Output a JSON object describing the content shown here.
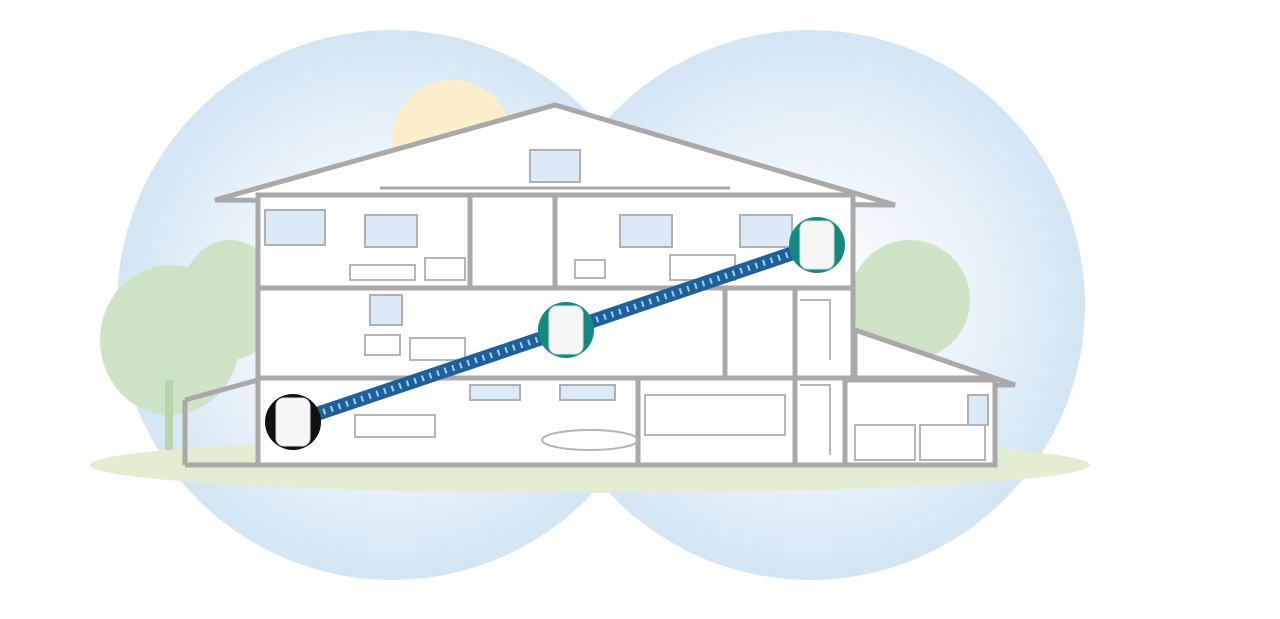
{
  "illustration": {
    "subject": "mesh-wifi-house",
    "nodes": [
      {
        "floor": "ground"
      },
      {
        "floor": "middle"
      },
      {
        "floor": "top"
      }
    ]
  },
  "colors": {
    "coverage": "#d6e8f5",
    "coverage_inner": "#e8f2fa",
    "sun": "#fbeecb",
    "ground": "#e3edd2",
    "tree": "#cfe3c6",
    "house_line": "#a9a9a9",
    "node_ring": "#138a80",
    "link": "#1f5f9a",
    "link_wave": "#9fd4f0"
  }
}
